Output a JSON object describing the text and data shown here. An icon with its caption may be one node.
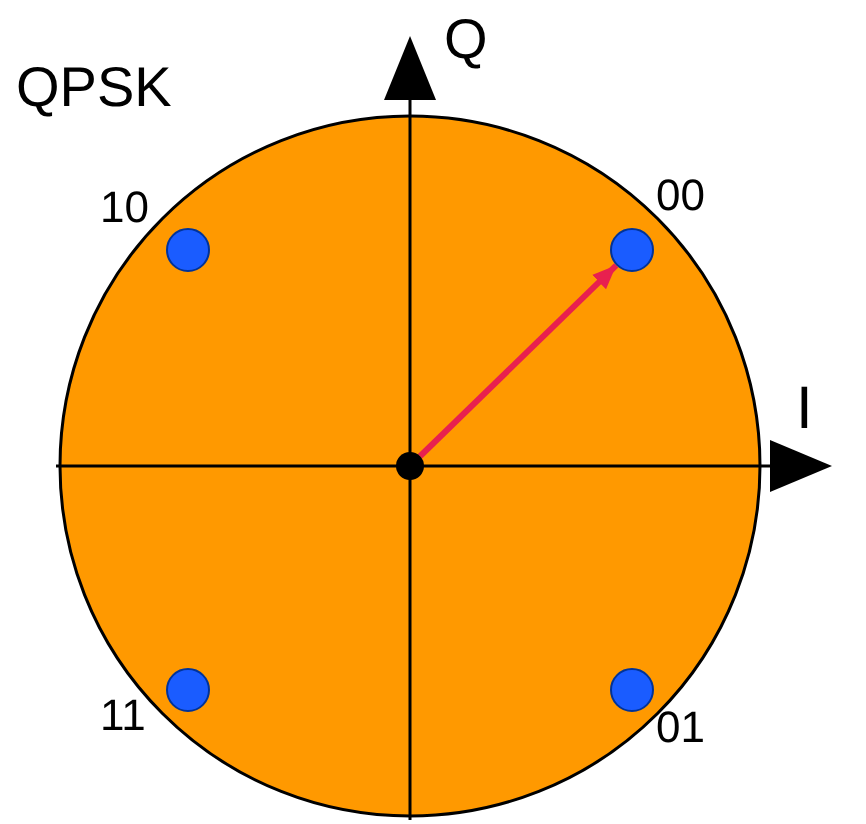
{
  "diagram": {
    "title": "QPSK",
    "nodes": [
      {
        "text": [],
        "shape": "circle",
        "beside": [
          "10"
        ]
      },
      {
        "text": [],
        "shape": "circle",
        "beside": [
          "00"
        ]
      },
      {
        "text": [],
        "shape": "circle"
      },
      {
        "text": [],
        "shape": "circle",
        "beside": [
          "11"
        ]
      },
      {
        "text": [],
        "shape": "circle",
        "beside": [
          "01"
        ]
      }
    ],
    "edges": [
      {
        "from": 2,
        "to": 1,
        "arrow": "to",
        "color": "#e8204f"
      }
    ],
    "labels": [
      "Q",
      "I"
    ]
  }
}
